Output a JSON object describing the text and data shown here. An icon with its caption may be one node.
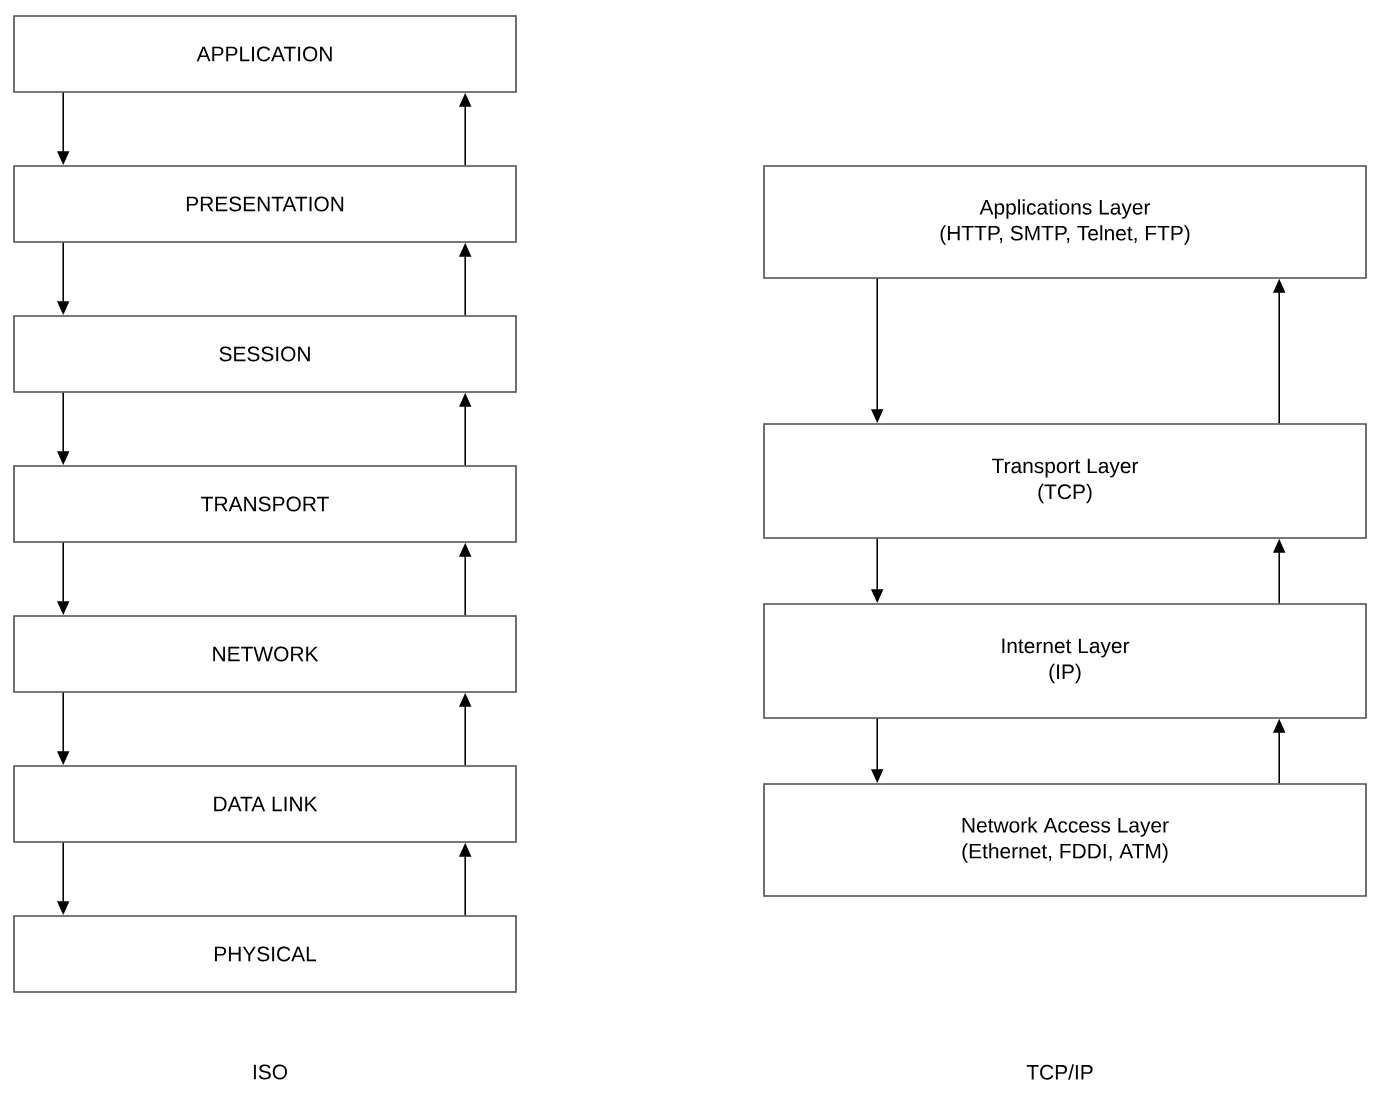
{
  "diagram": {
    "nodes": [
      {
        "text": [
          "APPLICATION"
        ]
      },
      {
        "text": [
          "PRESENTATION"
        ]
      },
      {
        "text": [
          "SESSION"
        ]
      },
      {
        "text": [
          "TRANSPORT"
        ]
      },
      {
        "text": [
          "NETWORK"
        ]
      },
      {
        "text": [
          "DATA LINK"
        ]
      },
      {
        "text": [
          "PHYSICAL"
        ]
      },
      {
        "text": [
          "Applications Layer",
          "(HTTP, SMTP, Telnet, FTP)"
        ]
      },
      {
        "text": [
          "Transport Layer",
          "(TCP)"
        ]
      },
      {
        "text": [
          "Internet Layer",
          "(IP)"
        ]
      },
      {
        "text": [
          "Network Access Layer",
          "(Ethernet, FDDI, ATM)"
        ]
      }
    ],
    "edges": [
      {
        "from": 0,
        "to": 1,
        "arrow": "to"
      },
      {
        "from": 1,
        "to": 0,
        "arrow": "to"
      },
      {
        "from": 1,
        "to": 2,
        "arrow": "to"
      },
      {
        "from": 2,
        "to": 1,
        "arrow": "to"
      },
      {
        "from": 2,
        "to": 3,
        "arrow": "to"
      },
      {
        "from": 3,
        "to": 2,
        "arrow": "to"
      },
      {
        "from": 3,
        "to": 4,
        "arrow": "to"
      },
      {
        "from": 4,
        "to": 3,
        "arrow": "to"
      },
      {
        "from": 4,
        "to": 5,
        "arrow": "to"
      },
      {
        "from": 5,
        "to": 4,
        "arrow": "to"
      },
      {
        "from": 5,
        "to": 6,
        "arrow": "to"
      },
      {
        "from": 6,
        "to": 5,
        "arrow": "to"
      },
      {
        "from": 7,
        "to": 8,
        "arrow": "to"
      },
      {
        "from": 8,
        "to": 7,
        "arrow": "to"
      },
      {
        "from": 8,
        "to": 9,
        "arrow": "to"
      },
      {
        "from": 9,
        "to": 8,
        "arrow": "to"
      },
      {
        "from": 9,
        "to": 10,
        "arrow": "to"
      },
      {
        "from": 10,
        "to": 9,
        "arrow": "to"
      }
    ],
    "labels": [
      "ISO",
      "TCP/IP"
    ]
  }
}
